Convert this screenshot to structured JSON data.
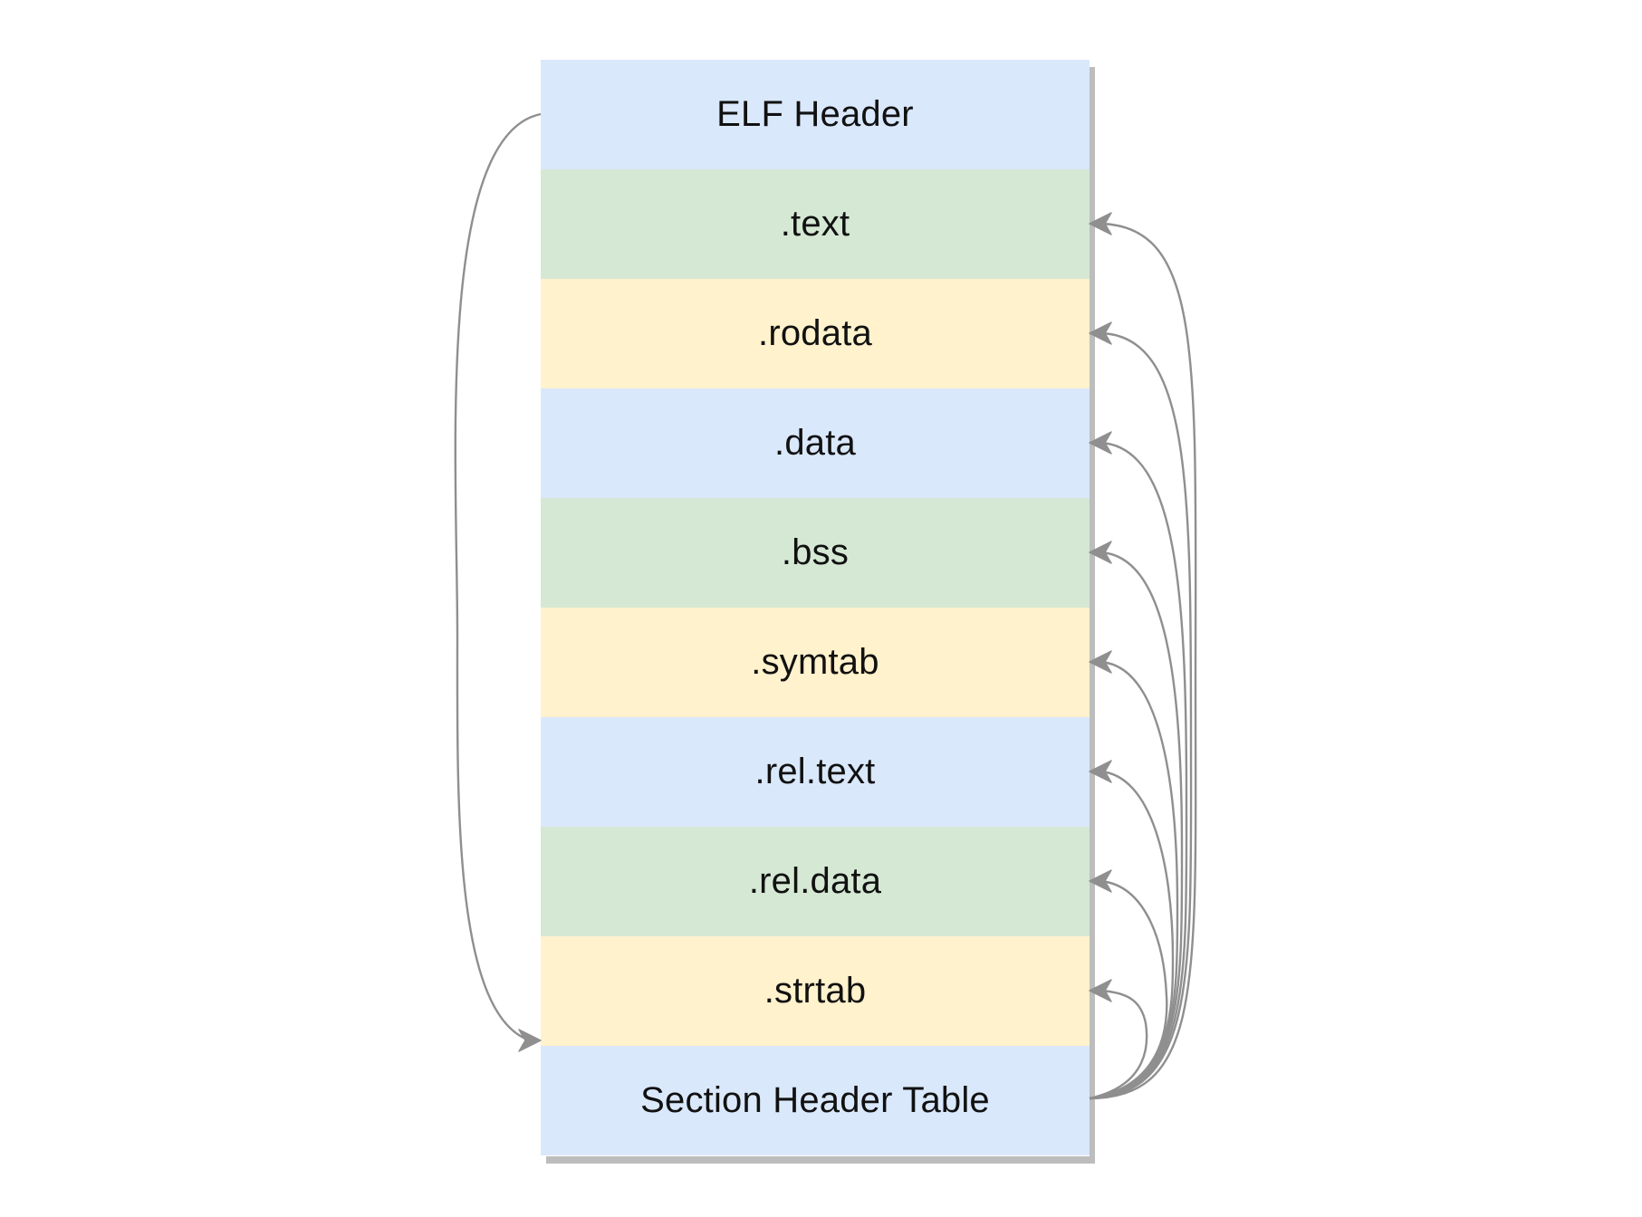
{
  "diagram": {
    "sections": [
      {
        "label": "ELF Header",
        "color": "blue"
      },
      {
        "label": ".text",
        "color": "green"
      },
      {
        "label": ".rodata",
        "color": "yellow"
      },
      {
        "label": ".data",
        "color": "blue"
      },
      {
        "label": ".bss",
        "color": "green"
      },
      {
        "label": ".symtab",
        "color": "yellow"
      },
      {
        "label": ".rel.text",
        "color": "blue"
      },
      {
        "label": ".rel.data",
        "color": "green"
      },
      {
        "label": ".strtab",
        "color": "yellow"
      },
      {
        "label": "Section Header Table",
        "color": "blue"
      }
    ],
    "colors": {
      "blue": "#dae8fc",
      "green": "#d5e8d4",
      "yellow": "#fff2cc",
      "arrow": "#8f8f8f",
      "shadow": "#bdbdbd"
    }
  }
}
